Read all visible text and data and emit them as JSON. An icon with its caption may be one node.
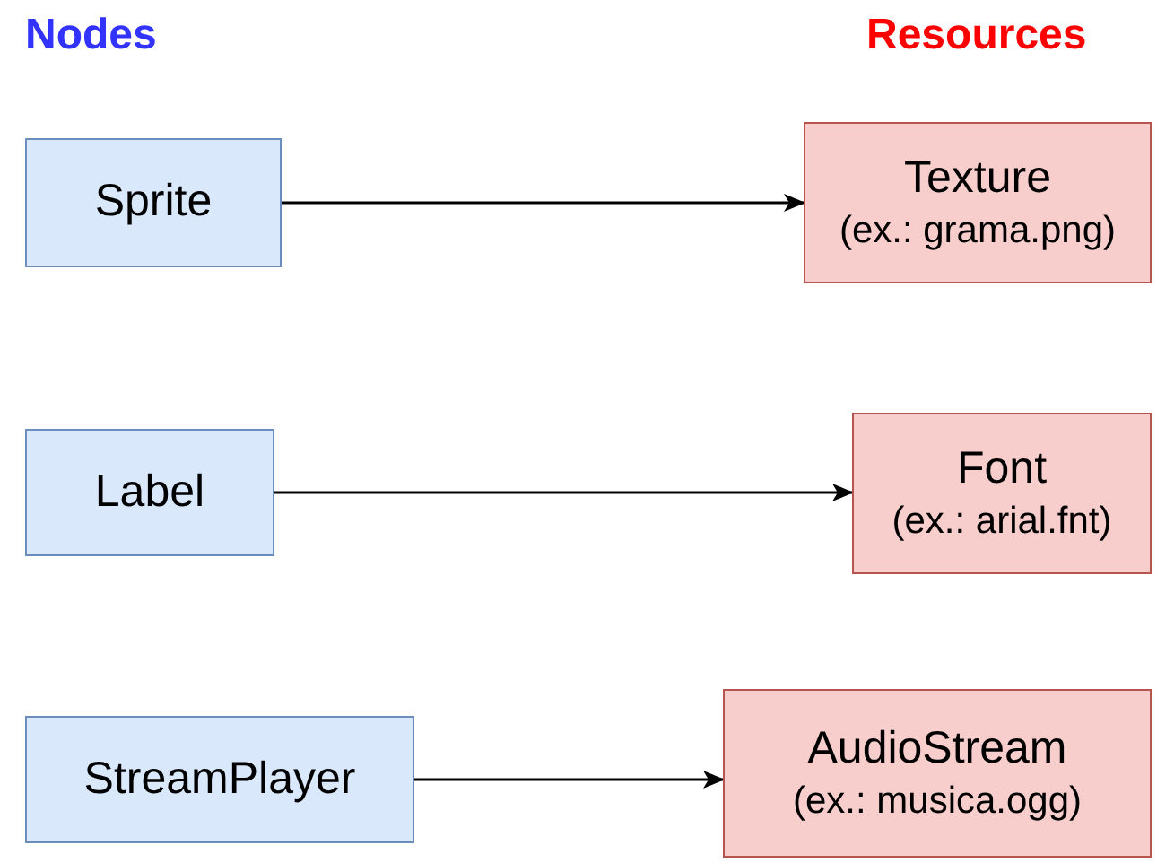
{
  "diagram": {
    "nodes": [
      {
        "text": [
          "Sprite"
        ]
      },
      {
        "text": [
          "Texture",
          "(ex.: grama.png)"
        ]
      },
      {
        "text": [
          "Label"
        ]
      },
      {
        "text": [
          "Font",
          "(ex.: arial.fnt)"
        ]
      },
      {
        "text": [
          "StreamPlayer"
        ]
      },
      {
        "text": [
          "AudioStream",
          "(ex.: musica.ogg)"
        ]
      }
    ],
    "edges": [
      {
        "from": 0,
        "to": 1,
        "arrow": "to"
      },
      {
        "from": 2,
        "to": 3,
        "arrow": "to"
      },
      {
        "from": 4,
        "to": 5,
        "arrow": "to"
      }
    ],
    "labels": [
      "Nodes",
      "Resources"
    ]
  }
}
